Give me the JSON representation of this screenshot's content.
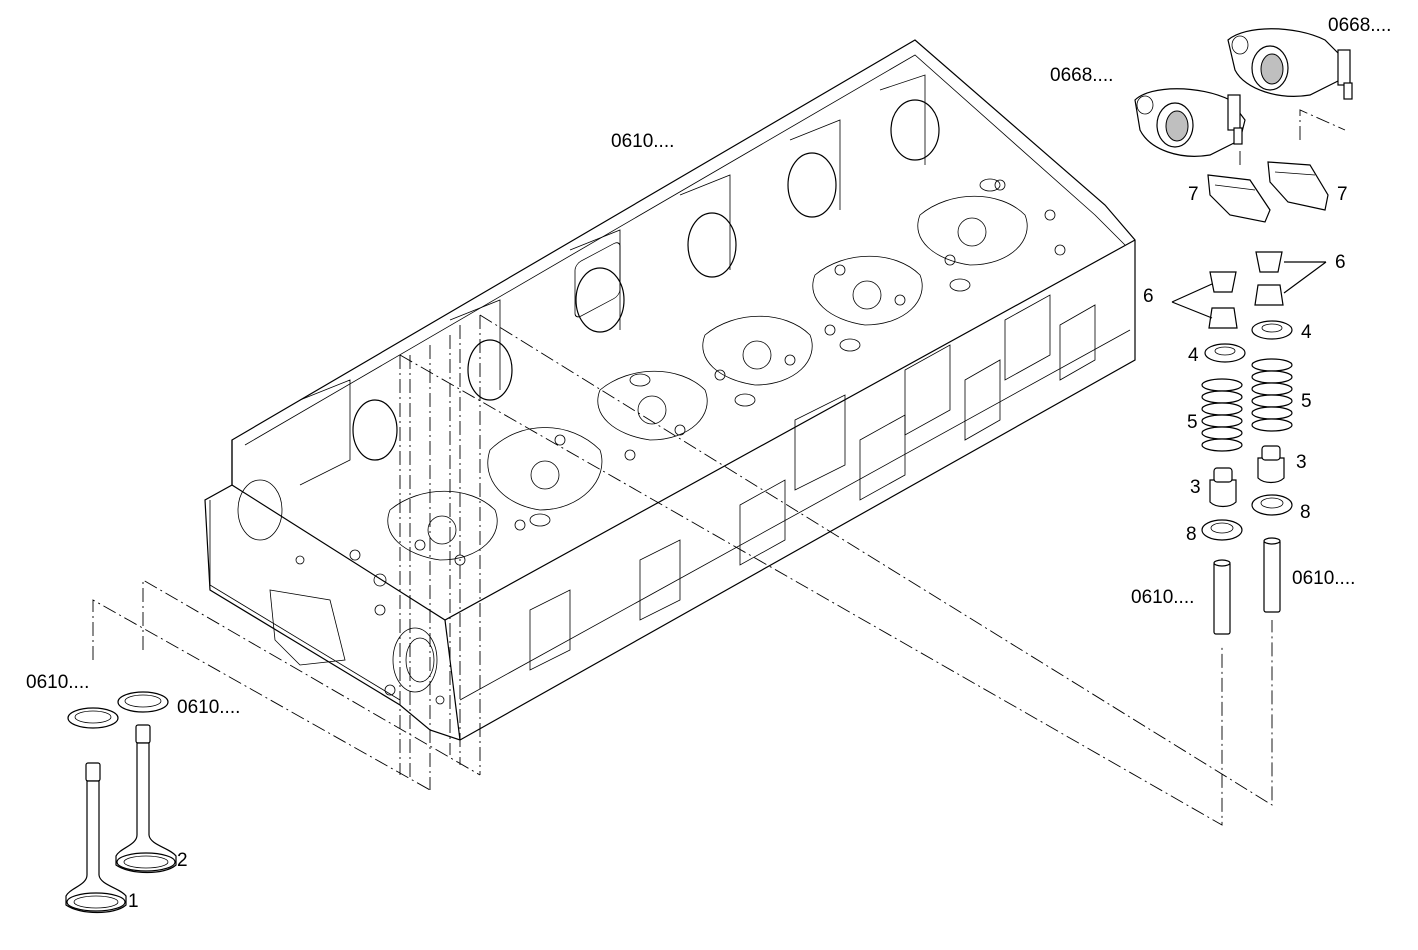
{
  "diagram": {
    "parts": {
      "cylinder_head": "0610....",
      "rocker_arm_left": "0668....",
      "rocker_arm_right": "0668....",
      "valve_seat_intake": "0610....",
      "valve_seat_exhaust": "0610....",
      "valve_guide_left": "0610....",
      "valve_guide_right": "0610....",
      "callout_1": "1",
      "callout_2": "2",
      "callout_3_left": "3",
      "callout_3_right": "3",
      "callout_4_left": "4",
      "callout_4_right": "4",
      "callout_5_left": "5",
      "callout_5_right": "5",
      "callout_6_left": "6",
      "callout_6_right": "6",
      "callout_7_left": "7",
      "callout_7_right": "7",
      "callout_8_left": "8",
      "callout_8_right": "8"
    }
  }
}
